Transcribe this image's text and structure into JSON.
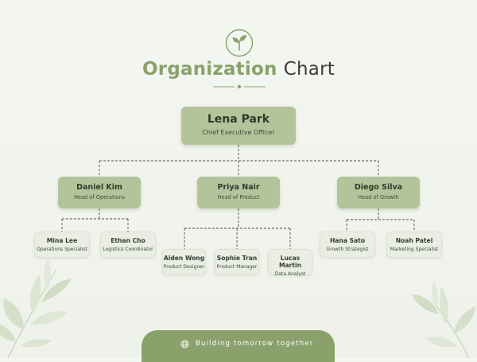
{
  "title": {
    "part1": "Organization",
    "part2": "Chart"
  },
  "icons": {
    "logo": "leaf-sprout-icon",
    "footer": "globe-icon"
  },
  "colors": {
    "accent": "#8aa16c",
    "box_primary": "#b3c49a",
    "box_light": "#e9ede3",
    "title_dark": "#3a3d3a"
  },
  "ceo": {
    "name": "Lena Park",
    "role": "Chief Executive Officer"
  },
  "heads": [
    {
      "name": "Daniel Kim",
      "role": "Head of Operations"
    },
    {
      "name": "Priya Nair",
      "role": "Head of Product"
    },
    {
      "name": "Diego Silva",
      "role": "Head of Growth"
    }
  ],
  "teams": {
    "operations": [
      {
        "name": "Mina Lee",
        "role": "Operations Specialist"
      },
      {
        "name": "Ethan Cho",
        "role": "Logistics Coordinator"
      }
    ],
    "product": [
      {
        "name": "Aiden Wong",
        "role": "Product Designer"
      },
      {
        "name": "Sophie Tran",
        "role": "Product Manager"
      },
      {
        "name": "Lucas Martin",
        "role": "Data Analyst"
      }
    ],
    "growth": [
      {
        "name": "Hana Sato",
        "role": "Growth Strategist"
      },
      {
        "name": "Noah Patel",
        "role": "Marketing Specialist"
      }
    ]
  },
  "footer": {
    "text": "Building tomorrow together"
  }
}
